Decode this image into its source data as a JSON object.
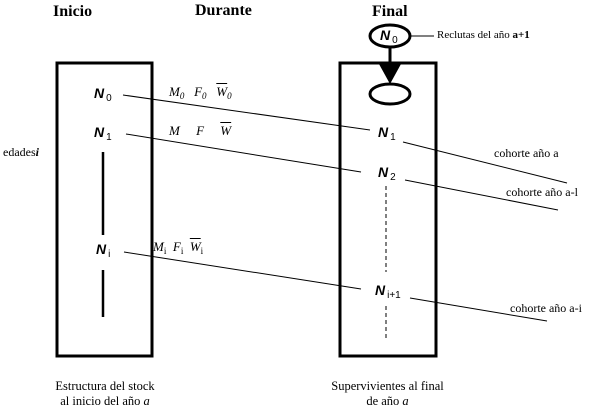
{
  "headers": {
    "inicio": "Inicio",
    "durante": "Durante",
    "final": "Final"
  },
  "left_box": {
    "n0": {
      "symbol": "N",
      "sub": "0"
    },
    "n1": {
      "symbol": "N",
      "sub": "1"
    },
    "ni": {
      "symbol": "N",
      "sub": "i"
    },
    "caption_line1": "Estructura del stock",
    "caption_line2": "al inicio del año",
    "caption_var": "a"
  },
  "ages_label": {
    "text": "edades",
    "var": "i"
  },
  "parameters": {
    "row0": {
      "M": "M",
      "M_sub": "0",
      "F": "F",
      "F_sub": "0",
      "W": "W",
      "W_sub": "0"
    },
    "row1": {
      "M": "M",
      "F": "F",
      "W": "W"
    },
    "rowi": {
      "M": "M",
      "M_sub": "i",
      "F": "F",
      "F_sub": "i",
      "W": "W",
      "W_sub": "i"
    }
  },
  "recruits": {
    "symbol": "N",
    "sub": "0",
    "label": "Reclutas del año",
    "label_year": "a+1"
  },
  "right_box": {
    "n1": {
      "symbol": "N",
      "sub": "1"
    },
    "n2": {
      "symbol": "N",
      "sub": "2"
    },
    "ni1": {
      "symbol": "N",
      "sub": "i+1"
    },
    "caption_line1": "Supervivientes al final",
    "caption_line2": "de año",
    "caption_var": "a"
  },
  "cohorts": [
    {
      "label": "cohorte año a"
    },
    {
      "label": "cohorte año a-l"
    },
    {
      "label": "cohorte año a-i"
    }
  ]
}
